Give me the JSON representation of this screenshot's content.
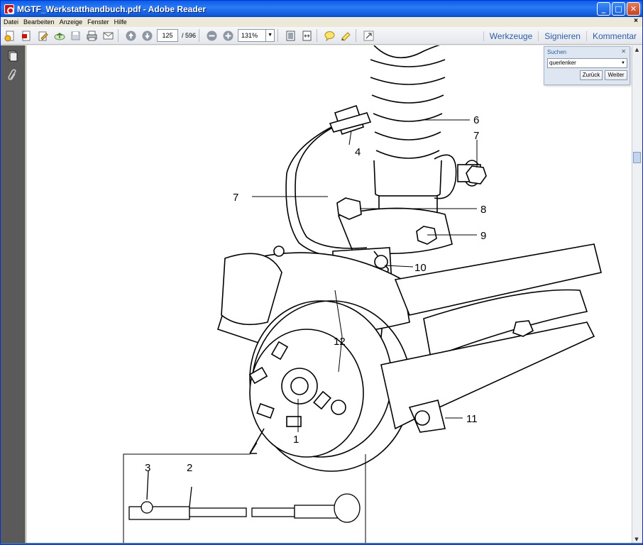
{
  "window": {
    "title": "MGTF_Werkstatthandbuch.pdf - Adobe Reader"
  },
  "menu": {
    "items": [
      "Datei",
      "Bearbeiten",
      "Anzeige",
      "Fenster",
      "Hilfe"
    ]
  },
  "toolbar": {
    "page_current": "125",
    "page_total": "/ 596",
    "zoom": "131%",
    "links": [
      "Werkzeuge",
      "Signieren",
      "Kommentar"
    ]
  },
  "find": {
    "title": "Suchen",
    "query": "querlenker",
    "back_label": "Zurück",
    "next_label": "Weiter"
  },
  "diagram": {
    "callouts": [
      "1",
      "2",
      "3",
      "4",
      "6",
      "7",
      "7",
      "8",
      "9",
      "10",
      "11",
      "12"
    ]
  },
  "colors": {
    "titlebar": "#0a5fe6",
    "link": "#2e5fa6",
    "panel": "#5a5a5a"
  }
}
